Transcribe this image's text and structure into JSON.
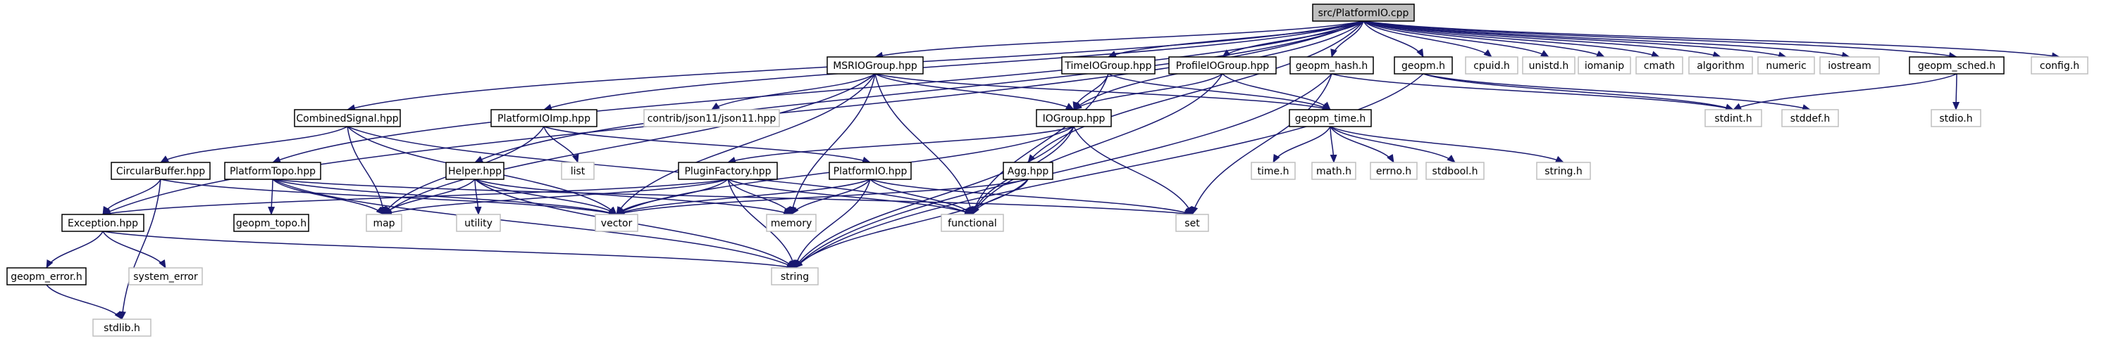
{
  "diagram": {
    "type": "include-dependency-graph",
    "colors": {
      "edge": "#191970",
      "root_fill": "#bfbfbf",
      "node_border": "#000000",
      "system_border": "#bfbfbf",
      "background": "#ffffff"
    },
    "nodes": [
      {
        "id": "root",
        "label": "src/PlatformIO.cpp",
        "kind": "root"
      },
      {
        "id": "msrio",
        "label": "MSRIOGroup.hpp",
        "kind": "project"
      },
      {
        "id": "timeio",
        "label": "TimeIOGroup.hpp",
        "kind": "project"
      },
      {
        "id": "profileio",
        "label": "ProfileIOGroup.hpp",
        "kind": "project"
      },
      {
        "id": "geopm_hash",
        "label": "geopm_hash.h",
        "kind": "project"
      },
      {
        "id": "geopm_h",
        "label": "geopm.h",
        "kind": "project"
      },
      {
        "id": "cpuid",
        "label": "cpuid.h",
        "kind": "system"
      },
      {
        "id": "unistd",
        "label": "unistd.h",
        "kind": "system"
      },
      {
        "id": "iomanip",
        "label": "iomanip",
        "kind": "system"
      },
      {
        "id": "cmath",
        "label": "cmath",
        "kind": "system"
      },
      {
        "id": "algorithm",
        "label": "algorithm",
        "kind": "system"
      },
      {
        "id": "numeric",
        "label": "numeric",
        "kind": "system"
      },
      {
        "id": "iostream",
        "label": "iostream",
        "kind": "system"
      },
      {
        "id": "geopm_sched",
        "label": "geopm_sched.h",
        "kind": "project"
      },
      {
        "id": "configh",
        "label": "config.h",
        "kind": "system"
      },
      {
        "id": "combined",
        "label": "CombinedSignal.hpp",
        "kind": "project"
      },
      {
        "id": "pioimp",
        "label": "PlatformIOImp.hpp",
        "kind": "project"
      },
      {
        "id": "json11",
        "label": "contrib/json11/json11.hpp",
        "kind": "system"
      },
      {
        "id": "iogroup",
        "label": "IOGroup.hpp",
        "kind": "project"
      },
      {
        "id": "geopm_time",
        "label": "geopm_time.h",
        "kind": "project"
      },
      {
        "id": "stdint",
        "label": "stdint.h",
        "kind": "system"
      },
      {
        "id": "stddef",
        "label": "stddef.h",
        "kind": "system"
      },
      {
        "id": "stdio",
        "label": "stdio.h",
        "kind": "system"
      },
      {
        "id": "list",
        "label": "list",
        "kind": "system"
      },
      {
        "id": "circbuf",
        "label": "CircularBuffer.hpp",
        "kind": "project"
      },
      {
        "id": "ptopo",
        "label": "PlatformTopo.hpp",
        "kind": "project"
      },
      {
        "id": "helper",
        "label": "Helper.hpp",
        "kind": "project"
      },
      {
        "id": "plugin",
        "label": "PluginFactory.hpp",
        "kind": "project"
      },
      {
        "id": "pio",
        "label": "PlatformIO.hpp",
        "kind": "project"
      },
      {
        "id": "agg",
        "label": "Agg.hpp",
        "kind": "project"
      },
      {
        "id": "timeh",
        "label": "time.h",
        "kind": "system"
      },
      {
        "id": "mathh",
        "label": "math.h",
        "kind": "system"
      },
      {
        "id": "errnoh",
        "label": "errno.h",
        "kind": "system"
      },
      {
        "id": "stdbool",
        "label": "stdbool.h",
        "kind": "system"
      },
      {
        "id": "stringh",
        "label": "string.h",
        "kind": "system"
      },
      {
        "id": "exception",
        "label": "Exception.hpp",
        "kind": "project"
      },
      {
        "id": "geopm_topo",
        "label": "geopm_topo.h",
        "kind": "project"
      },
      {
        "id": "map",
        "label": "map",
        "kind": "system"
      },
      {
        "id": "utility",
        "label": "utility",
        "kind": "system"
      },
      {
        "id": "vector",
        "label": "vector",
        "kind": "system"
      },
      {
        "id": "memory",
        "label": "memory",
        "kind": "system"
      },
      {
        "id": "functional",
        "label": "functional",
        "kind": "system"
      },
      {
        "id": "set",
        "label": "set",
        "kind": "system"
      },
      {
        "id": "geopm_error",
        "label": "geopm_error.h",
        "kind": "project"
      },
      {
        "id": "system_error",
        "label": "system_error",
        "kind": "system"
      },
      {
        "id": "string",
        "label": "string",
        "kind": "system"
      },
      {
        "id": "stdlib",
        "label": "stdlib.h",
        "kind": "system"
      }
    ],
    "edges": [
      [
        "root",
        "msrio"
      ],
      [
        "root",
        "timeio"
      ],
      [
        "root",
        "profileio"
      ],
      [
        "root",
        "geopm_hash"
      ],
      [
        "root",
        "geopm_h"
      ],
      [
        "root",
        "cpuid"
      ],
      [
        "root",
        "unistd"
      ],
      [
        "root",
        "iomanip"
      ],
      [
        "root",
        "cmath"
      ],
      [
        "root",
        "algorithm"
      ],
      [
        "root",
        "numeric"
      ],
      [
        "root",
        "iostream"
      ],
      [
        "root",
        "geopm_sched"
      ],
      [
        "root",
        "configh"
      ],
      [
        "root",
        "combined"
      ],
      [
        "root",
        "pioimp"
      ],
      [
        "root",
        "iogroup"
      ],
      [
        "root",
        "ptopo"
      ],
      [
        "root",
        "helper"
      ],
      [
        "root",
        "agg"
      ],
      [
        "root",
        "exception"
      ],
      [
        "msrio",
        "json11"
      ],
      [
        "msrio",
        "iogroup"
      ],
      [
        "msrio",
        "geopm_time"
      ],
      [
        "msrio",
        "map"
      ],
      [
        "msrio",
        "vector"
      ],
      [
        "msrio",
        "memory"
      ],
      [
        "msrio",
        "functional"
      ],
      [
        "timeio",
        "iogroup"
      ],
      [
        "timeio",
        "geopm_time"
      ],
      [
        "timeio",
        "functional"
      ],
      [
        "profileio",
        "iogroup"
      ],
      [
        "profileio",
        "geopm_time"
      ],
      [
        "profileio",
        "functional"
      ],
      [
        "geopm_hash",
        "stdint"
      ],
      [
        "geopm_hash",
        "string"
      ],
      [
        "geopm_hash",
        "set"
      ],
      [
        "geopm_h",
        "stdint"
      ],
      [
        "geopm_h",
        "stddef"
      ],
      [
        "geopm_h",
        "string"
      ],
      [
        "geopm_sched",
        "stdint"
      ],
      [
        "geopm_sched",
        "stdio"
      ],
      [
        "combined",
        "circbuf"
      ],
      [
        "combined",
        "map"
      ],
      [
        "combined",
        "vector"
      ],
      [
        "combined",
        "functional"
      ],
      [
        "pioimp",
        "list"
      ],
      [
        "pioimp",
        "map"
      ],
      [
        "pioimp",
        "pio"
      ],
      [
        "iogroup",
        "plugin"
      ],
      [
        "iogroup",
        "vector"
      ],
      [
        "iogroup",
        "set"
      ],
      [
        "iogroup",
        "functional"
      ],
      [
        "iogroup",
        "string"
      ],
      [
        "geopm_time",
        "timeh"
      ],
      [
        "geopm_time",
        "mathh"
      ],
      [
        "geopm_time",
        "errnoh"
      ],
      [
        "geopm_time",
        "stdbool"
      ],
      [
        "geopm_time",
        "stringh"
      ],
      [
        "circbuf",
        "exception"
      ],
      [
        "circbuf",
        "vector"
      ],
      [
        "circbuf",
        "stdlib"
      ],
      [
        "ptopo",
        "geopm_topo"
      ],
      [
        "ptopo",
        "map"
      ],
      [
        "ptopo",
        "vector"
      ],
      [
        "ptopo",
        "set"
      ],
      [
        "ptopo",
        "string"
      ],
      [
        "helper",
        "utility"
      ],
      [
        "helper",
        "vector"
      ],
      [
        "helper",
        "memory"
      ],
      [
        "helper",
        "string"
      ],
      [
        "helper",
        "map"
      ],
      [
        "plugin",
        "map"
      ],
      [
        "plugin",
        "vector"
      ],
      [
        "plugin",
        "memory"
      ],
      [
        "plugin",
        "functional"
      ],
      [
        "plugin",
        "string"
      ],
      [
        "plugin",
        "exception"
      ],
      [
        "pio",
        "vector"
      ],
      [
        "pio",
        "memory"
      ],
      [
        "pio",
        "functional"
      ],
      [
        "pio",
        "set"
      ],
      [
        "pio",
        "string"
      ],
      [
        "agg",
        "vector"
      ],
      [
        "agg",
        "functional"
      ],
      [
        "agg",
        "string"
      ],
      [
        "exception",
        "geopm_error"
      ],
      [
        "exception",
        "system_error"
      ],
      [
        "exception",
        "string"
      ],
      [
        "geopm_error",
        "stdlib"
      ]
    ]
  }
}
